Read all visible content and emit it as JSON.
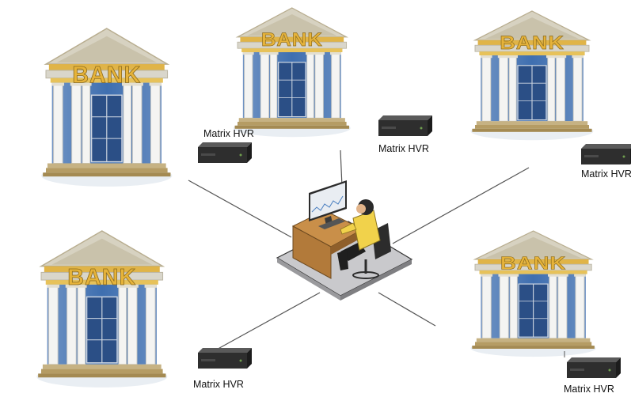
{
  "diagram": {
    "bank_sign_text": "BANK",
    "device_label": "Matrix HVR",
    "banks": [
      {
        "id": "top-left"
      },
      {
        "id": "top-center"
      },
      {
        "id": "top-right"
      },
      {
        "id": "bottom-left"
      },
      {
        "id": "bottom-right"
      }
    ],
    "devices": [
      {
        "id": "hvr-top-left",
        "label": "Matrix HVR"
      },
      {
        "id": "hvr-top-center",
        "label": "Matrix HVR"
      },
      {
        "id": "hvr-top-right",
        "label": "Matrix HVR"
      },
      {
        "id": "hvr-bottom-left",
        "label": "Matrix HVR"
      },
      {
        "id": "hvr-bottom-right",
        "label": "Matrix HVR"
      }
    ]
  },
  "colors": {
    "bank_roof": "#cfc8b2",
    "bank_gold": "#e8b43a",
    "bank_column": "#f4f4f2",
    "bank_glass": "#3f6fb0",
    "bank_base": "#c6b283",
    "dvr_body": "#2e2e2e",
    "desk_wood": "#b27a3a",
    "operator_shirt": "#f1d24b",
    "connector_line": "#555555"
  }
}
